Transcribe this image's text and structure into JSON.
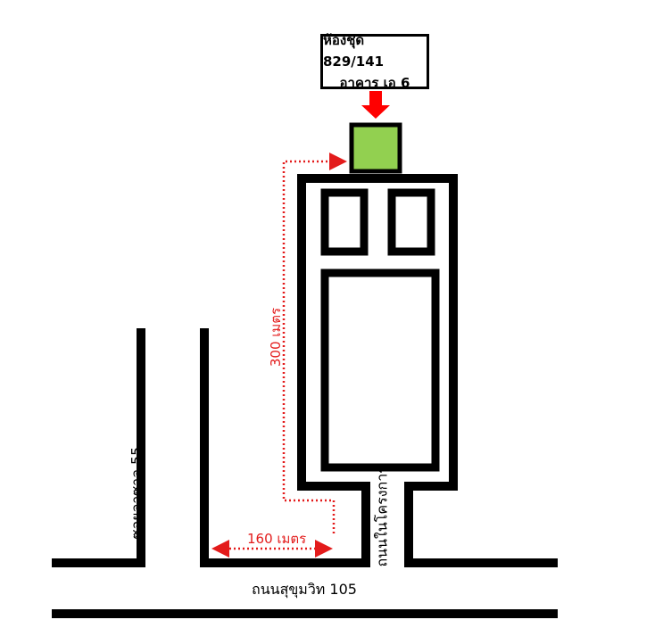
{
  "unit_label": {
    "line1": "ห้องชุด 829/141",
    "line2": "อาคาร เอ 6"
  },
  "roads": {
    "main_road": "ถนนสุขุมวิท 105",
    "soi": "ซอยลาซาล 55",
    "project_road": "ถนนในโครงการ"
  },
  "distances": {
    "horizontal": "160 เมตร",
    "vertical": "300 เมตร"
  },
  "colors": {
    "target_unit": "#92d050",
    "arrow": "#ff0000",
    "distance_route": "#e31b1b",
    "road_lines": "#000000"
  }
}
